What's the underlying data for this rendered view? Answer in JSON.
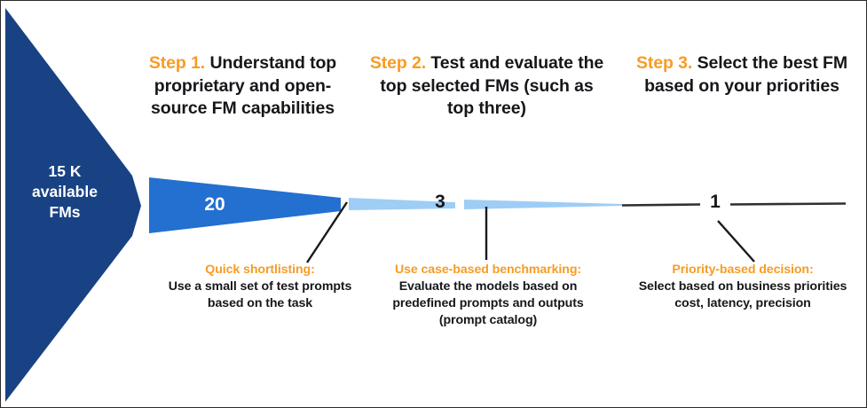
{
  "diagram": {
    "title_role": "fm-selection-funnel",
    "colors": {
      "navy": "#184283",
      "medium_blue": "#2370d0",
      "light_blue": "#9ecdf5",
      "orange": "#f79c25",
      "text_dark": "#15171a",
      "line_dark": "#202020",
      "background": "#ffffff"
    },
    "source": {
      "line1": "15 K",
      "line2": "available",
      "line3": "FMs",
      "full_text": "15 K available FMs"
    },
    "steps": [
      {
        "label": "Step 1.",
        "text": "Understand top proprietary and open-source FM capabilities",
        "lines": [
          "Understand",
          "top proprietary and",
          "open-source FM",
          "capabilities"
        ],
        "count": "20",
        "annotation_title": "Quick shortlisting:",
        "annotation_body": "Use a small set of test prompts based on the task",
        "annotation_lines": [
          "Use a small set of test",
          "prompts based on the",
          "task"
        ]
      },
      {
        "label": "Step 2.",
        "text": "Test and evaluate the top selected FMs (such as top three)",
        "lines": [
          "Test and evaluate",
          "the top selected FMs (such",
          "as top three)"
        ],
        "count": "3",
        "annotation_title": "Use case-based benchmarking:",
        "annotation_body": "Evaluate the models based on predefined prompts and outputs (prompt catalog)",
        "annotation_lines": [
          "Evaluate the models based on",
          "predefined prompts and outputs",
          "(prompt catalog)"
        ]
      },
      {
        "label": "Step 3.",
        "text": "Select the best FM based on your priorities",
        "lines": [
          "Select the best",
          "FM based on your",
          "priorities"
        ],
        "count": "1",
        "annotation_title": "Priority-based decision:",
        "annotation_body": "Select based on business priorities cost, latency, precision",
        "annotation_lines": [
          "Select based on business",
          "priorities cost, latency, precision"
        ]
      }
    ]
  }
}
